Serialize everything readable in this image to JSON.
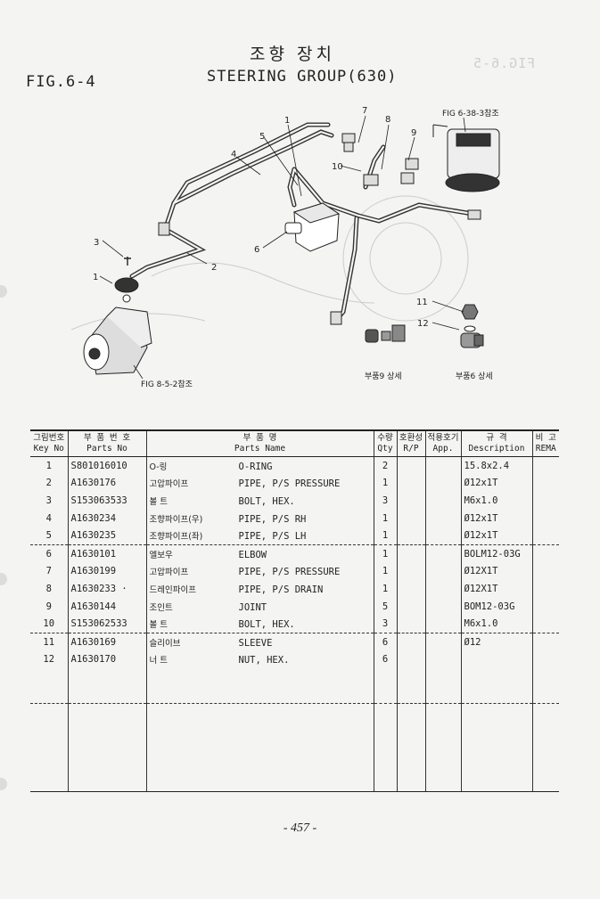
{
  "header": {
    "title_kr": "조향 장치",
    "title_en": "STEERING GROUP(630)",
    "fig": "FIG.6-4"
  },
  "diagram": {
    "ref_top": "FIG 6-38-3참조",
    "ref_bottom": "FIG 8-5-2참조",
    "detail9": "부품9 상세",
    "detail6": "부품6 상세",
    "callouts": [
      "1",
      "2",
      "3",
      "4",
      "5",
      "6",
      "7",
      "8",
      "9",
      "10",
      "11",
      "12",
      "1"
    ]
  },
  "table": {
    "headers": {
      "key_kr": "그림번호",
      "key_en": "Key No",
      "part_kr": "부 품 번 호",
      "part_en": "Parts No",
      "name_kr": "부   품   명",
      "name_en": "Parts Name",
      "qty_kr": "수량",
      "qty_en": "Qty",
      "rp_kr": "호환성",
      "rp_en": "R/P",
      "app_kr": "적용호기",
      "app_en": "App.",
      "desc_kr": "규    격",
      "desc_en": "Description",
      "rem_kr": "비 고",
      "rem_en": "REMA"
    },
    "rows": [
      {
        "key": "1",
        "part": "S801016010",
        "kr": "O-링",
        "en": "O-RING",
        "qty": "2",
        "desc": "15.8x2.4"
      },
      {
        "key": "2",
        "part": "A1630176",
        "kr": "고압파이프",
        "en": "PIPE, P/S PRESSURE",
        "qty": "1",
        "desc": "Ø12x1T"
      },
      {
        "key": "3",
        "part": "S153063533",
        "kr": "볼 트",
        "en": "BOLT, HEX.",
        "qty": "3",
        "desc": "M6x1.0"
      },
      {
        "key": "4",
        "part": "A1630234",
        "kr": "조향파이프(우)",
        "en": "PIPE, P/S RH",
        "qty": "1",
        "desc": "Ø12x1T"
      },
      {
        "key": "5",
        "part": "A1630235",
        "kr": "조향파이프(좌)",
        "en": "PIPE, P/S LH",
        "qty": "1",
        "desc": "Ø12x1T"
      },
      {
        "key": "6",
        "part": "A1630101",
        "kr": "엘보우",
        "en": "ELBOW",
        "qty": "1",
        "desc": "BOLM12-03G"
      },
      {
        "key": "7",
        "part": "A1630199",
        "kr": "고압파이프",
        "en": "PIPE, P/S PRESSURE",
        "qty": "1",
        "desc": "Ø12X1T"
      },
      {
        "key": "8",
        "part": "A1630233 ·",
        "kr": "드레인파이프",
        "en": "PIPE, P/S DRAIN",
        "qty": "1",
        "desc": "Ø12X1T"
      },
      {
        "key": "9",
        "part": "A1630144",
        "kr": "조인트",
        "en": "JOINT",
        "qty": "5",
        "desc": "BOM12-03G"
      },
      {
        "key": "10",
        "part": "S153062533",
        "kr": "볼 트",
        "en": "BOLT, HEX.",
        "qty": "3",
        "desc": "M6x1.0"
      },
      {
        "key": "11",
        "part": "A1630169",
        "kr": "슬리이브",
        "en": "SLEEVE",
        "qty": "6",
        "desc": "Ø12"
      },
      {
        "key": "12",
        "part": "A1630170",
        "kr": "너 트",
        "en": "NUT, HEX.",
        "qty": "6",
        "desc": ""
      }
    ]
  },
  "page_number": "- 457 -"
}
